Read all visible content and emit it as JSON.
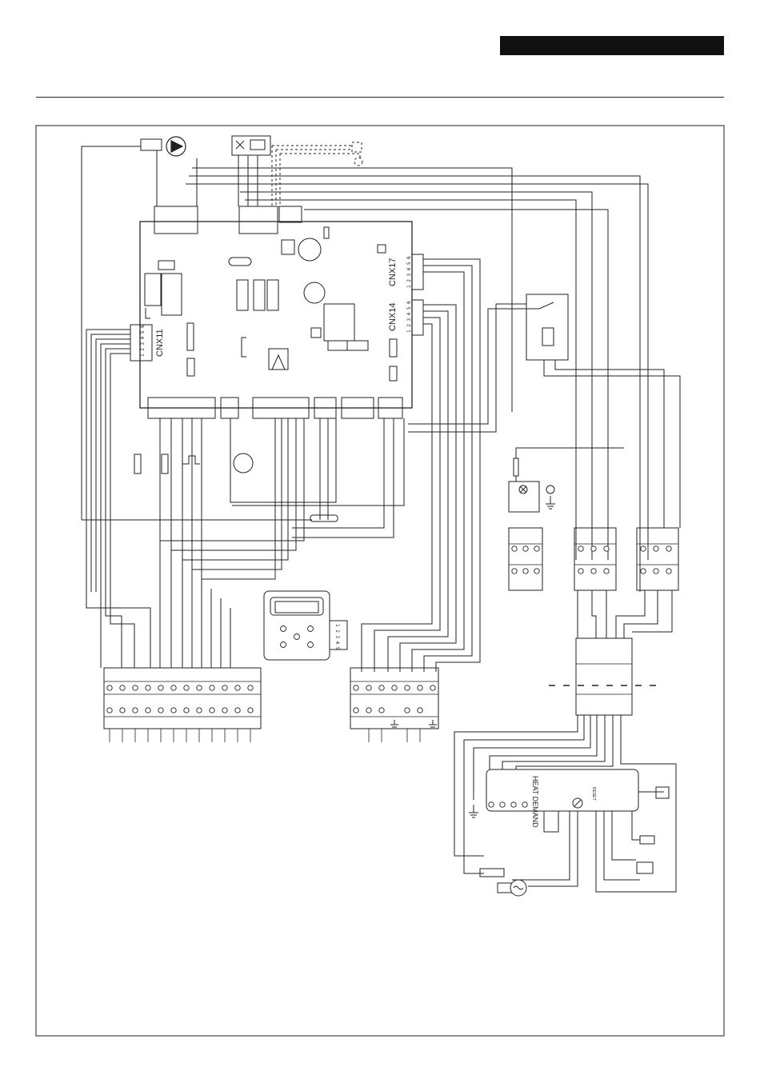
{
  "connectors": {
    "cnx11": "CNX11",
    "cnx17": "CNX17",
    "cnx14": "CNX14",
    "pins6": "1 2 3 4 5 6",
    "pins5": "1 2 3 4 5"
  },
  "panel": {
    "heat_demand": "HEAT DEMAND",
    "reset": "RESET"
  },
  "colors": {
    "line": "#222222",
    "background": "#ffffff",
    "header_bar": "#111111"
  },
  "icons": [
    "pump-icon",
    "valve-icon",
    "ground-icon",
    "thermostat-icon",
    "display-panel-icon",
    "lamp-icon",
    "ac-source-icon"
  ]
}
